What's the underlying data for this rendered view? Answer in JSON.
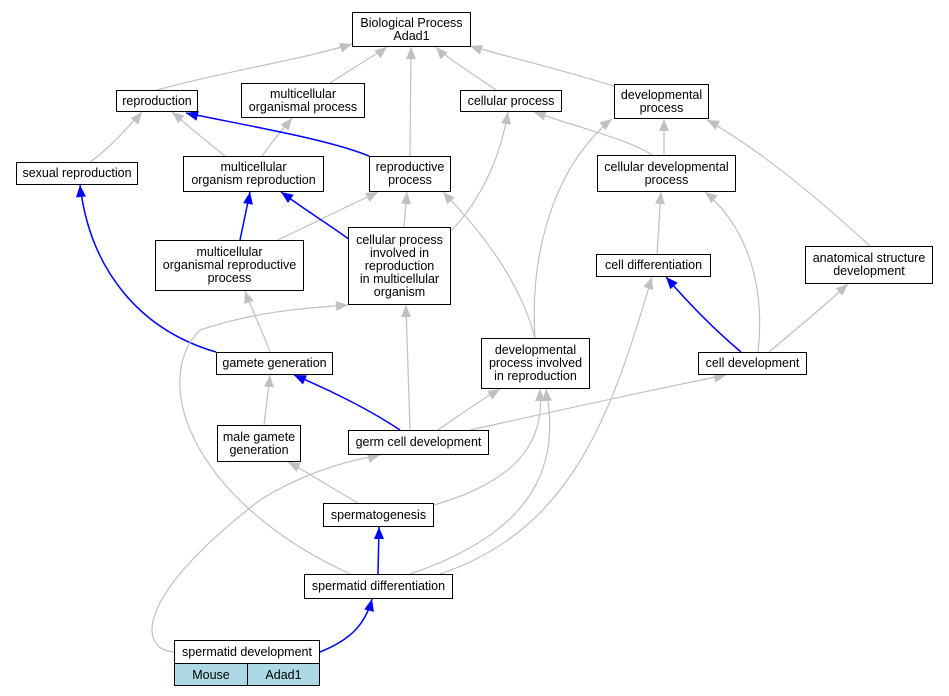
{
  "colors": {
    "gray_edge": "#c0c0c0",
    "blue_edge": "#0000ff",
    "legend_fill": "#add8e6"
  },
  "nodes": {
    "bp": "Biological Process\nAdad1",
    "reproduction": "reproduction",
    "mop": "multicellular\norganismal process",
    "cellular_process": "cellular process",
    "developmental_process": "developmental\nprocess",
    "sexual_reproduction": "sexual reproduction",
    "mor": "multicellular\norganism reproduction",
    "reproductive_process": "reproductive\nprocess",
    "cdp": "cellular developmental\nprocess",
    "morp": "multicellular\norganismal reproductive\nprocess",
    "cpir": "cellular process\ninvolved in\nreproduction\nin multicellular\norganism",
    "cell_diff": "cell differentiation",
    "asd": "anatomical structure\ndevelopment",
    "gamete_generation": "gamete generation",
    "dpir": "developmental\nprocess involved\nin reproduction",
    "cell_development": "cell development",
    "male_gamete": "male gamete\ngeneration",
    "germ_cell": "germ cell development",
    "spermatogenesis": "spermatogenesis",
    "spermatid_diff": "spermatid differentiation",
    "spermatid_dev": "spermatid development"
  },
  "legend": {
    "species": "Mouse",
    "gene": "Adad1"
  }
}
